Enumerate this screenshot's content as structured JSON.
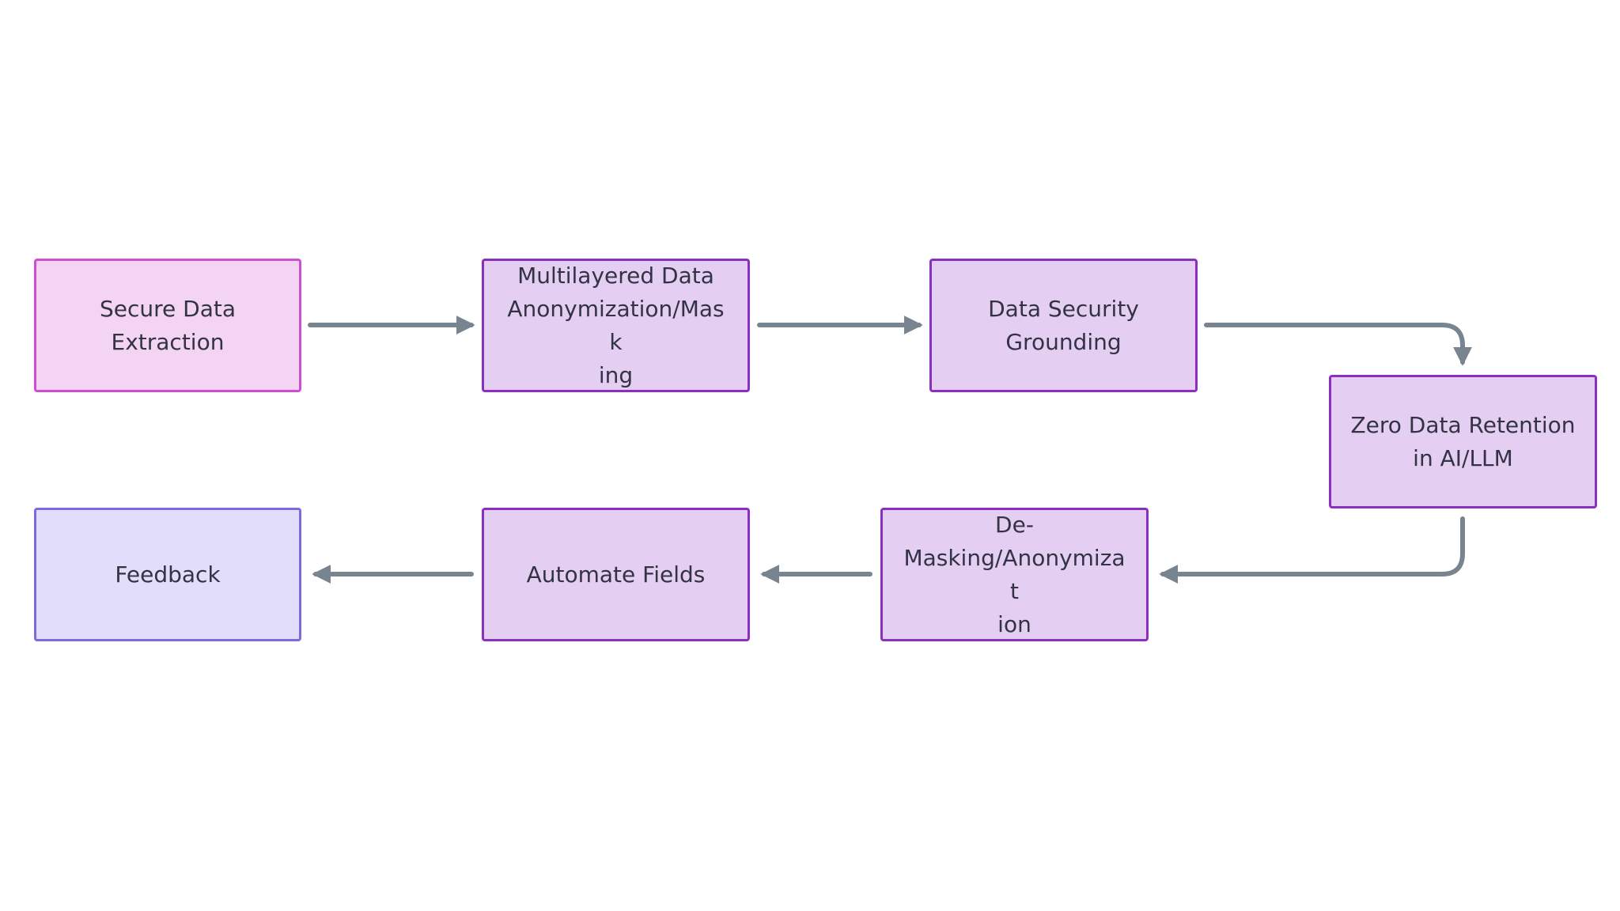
{
  "nodes": {
    "secure_extraction": "Secure Data\nExtraction",
    "multilayered": "Multilayered Data\nAnonymization/Mask\ning",
    "security_grounding": "Data Security\nGrounding",
    "zero_retention": "Zero Data Retention\nin AI/LLM",
    "demasking": "De-\nMasking/Anonymizat\nion",
    "automate_fields": "Automate Fields",
    "feedback": "Feedback"
  },
  "colors": {
    "node_fill": "#e4cff3",
    "node_border": "#8a2fc0",
    "start_fill": "#f3d4f3",
    "start_border": "#cf4fd3",
    "end_fill": "#e1ddfa",
    "end_border": "#7a6be2",
    "edge": "#78848f",
    "text": "#333344"
  }
}
